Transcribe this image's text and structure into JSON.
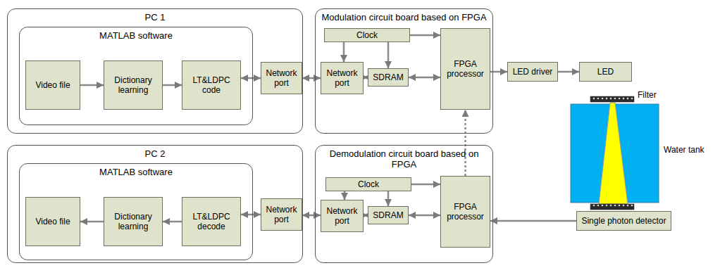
{
  "diagram": {
    "nodes": [
      {
        "text": [
          "PC 1"
        ]
      },
      {
        "text": [
          "MATLAB software"
        ],
        "in": 0
      },
      {
        "text": [
          "Video file"
        ],
        "in": 1
      },
      {
        "text": [
          "Dictionary learning"
        ],
        "in": 1
      },
      {
        "text": [
          "LT&LDPC code"
        ],
        "in": 1
      },
      {
        "text": [
          "Network port"
        ],
        "in": 0
      },
      {
        "text": [
          "Modulation circuit board based on FPGA"
        ]
      },
      {
        "text": [
          "Clock"
        ],
        "in": 6
      },
      {
        "text": [
          "Network port"
        ],
        "in": 6
      },
      {
        "text": [
          "SDRAM"
        ],
        "in": 6
      },
      {
        "text": [
          "FPGA processor"
        ],
        "in": 6
      },
      {
        "text": [
          "LED driver"
        ]
      },
      {
        "text": [
          "LED"
        ]
      },
      {
        "text": [
          "PC 2"
        ]
      },
      {
        "text": [
          "MATLAB software"
        ],
        "in": 13
      },
      {
        "text": [
          "Video file"
        ],
        "in": 14
      },
      {
        "text": [
          "Dictionary learning"
        ],
        "in": 14
      },
      {
        "text": [
          "LT&LDPC decode"
        ],
        "in": 14
      },
      {
        "text": [
          "Network port"
        ],
        "in": 13
      },
      {
        "text": [
          "Demodulation circuit board based on FPGA"
        ]
      },
      {
        "text": [
          "Clock"
        ],
        "in": 19
      },
      {
        "text": [
          "Network port"
        ],
        "in": 19
      },
      {
        "text": [
          "SDRAM"
        ],
        "in": 19
      },
      {
        "text": [
          "FPGA processor"
        ],
        "in": 19
      },
      {
        "text": [
          "Single photon detector"
        ]
      }
    ],
    "edges": [
      {
        "from": 2,
        "to": 3,
        "arrow": "to"
      },
      {
        "from": 3,
        "to": 4,
        "arrow": "to"
      },
      {
        "from": 4,
        "to": 5,
        "arrow": "both"
      },
      {
        "from": 5,
        "to": 8,
        "arrow": "both"
      },
      {
        "from": 8,
        "to": 9,
        "arrow": "both"
      },
      {
        "from": 9,
        "to": 10,
        "arrow": "both"
      },
      {
        "from": 7,
        "to": 8,
        "arrow": "to"
      },
      {
        "from": 7,
        "to": 9,
        "arrow": "to"
      },
      {
        "from": 7,
        "to": 10,
        "arrow": "to"
      },
      {
        "from": 10,
        "to": 11,
        "arrow": "to"
      },
      {
        "from": 11,
        "to": 12,
        "arrow": "to"
      },
      {
        "from": 23,
        "to": 10,
        "arrow": "to"
      },
      {
        "from": 16,
        "to": 15,
        "arrow": "to"
      },
      {
        "from": 17,
        "to": 16,
        "arrow": "to"
      },
      {
        "from": 17,
        "to": 18,
        "arrow": "both"
      },
      {
        "from": 18,
        "to": 21,
        "arrow": "both"
      },
      {
        "from": 21,
        "to": 22,
        "arrow": "both"
      },
      {
        "from": 22,
        "to": 23,
        "arrow": "both"
      },
      {
        "from": 20,
        "to": 21,
        "arrow": "to"
      },
      {
        "from": 20,
        "to": 22,
        "arrow": "to"
      },
      {
        "from": 20,
        "to": 23,
        "arrow": "to"
      },
      {
        "from": 24,
        "to": 23,
        "arrow": "to"
      }
    ],
    "labels": [
      "Filter",
      "Water tank"
    ]
  }
}
